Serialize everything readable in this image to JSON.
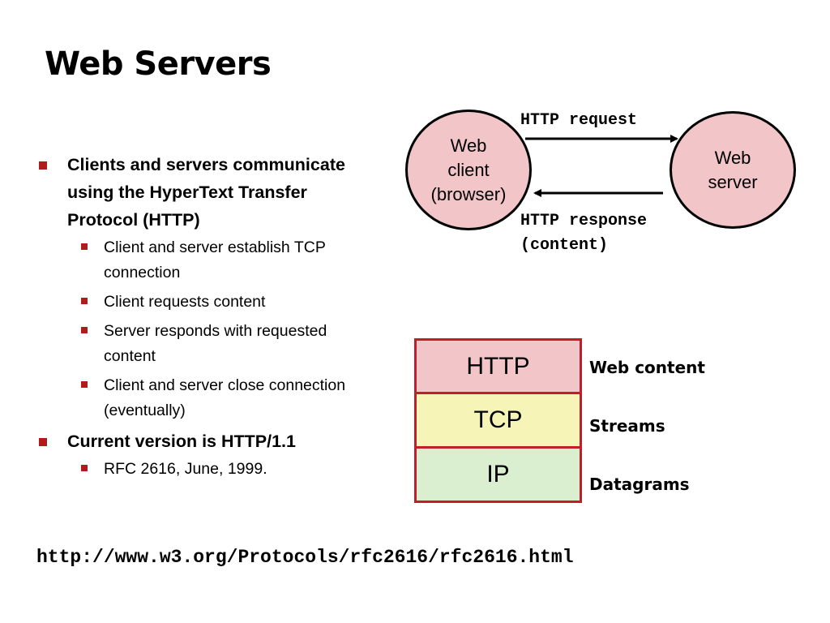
{
  "title": "Web Servers",
  "bullets": [
    {
      "text": "Clients and servers communicate using  the HyperText Transfer Protocol (HTTP)",
      "sub": [
        "Client and server establish TCP connection",
        "Client requests content",
        "Server responds with requested content",
        "Client and server close connection (eventually)"
      ]
    },
    {
      "text": "Current version is HTTP/1.1",
      "sub": [
        "RFC 2616, June, 1999."
      ]
    }
  ],
  "url": "http://www.w3.org/Protocols/rfc2616/rfc2616.html",
  "diagram": {
    "client": [
      "Web",
      "client",
      "(browser)"
    ],
    "server": [
      "Web",
      "server"
    ],
    "request_label": "HTTP request",
    "response_label": [
      "HTTP response",
      "(content)"
    ]
  },
  "stack": [
    {
      "layer": "HTTP",
      "desc": "Web content",
      "color": "#f2c6c8"
    },
    {
      "layer": "TCP",
      "desc": "Streams",
      "color": "#f7f4b8"
    },
    {
      "layer": "IP",
      "desc": "Datagrams",
      "color": "#d9efd0"
    }
  ],
  "colors": {
    "bullet_marker": "#b01c1c",
    "node_fill": "#f2c6c8",
    "stack_border": "#c01f2a"
  }
}
